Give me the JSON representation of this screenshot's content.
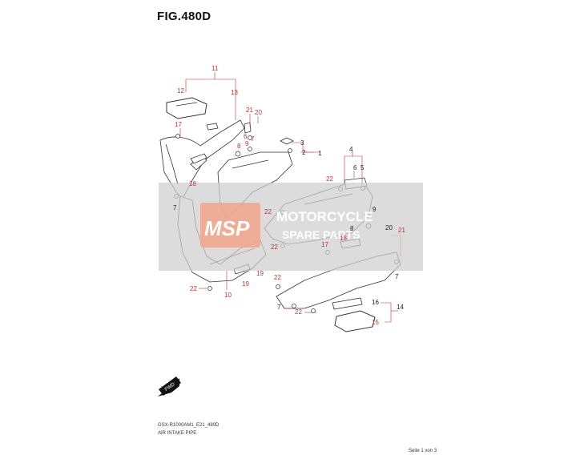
{
  "figure": {
    "title": "FIG.480D"
  },
  "footer": {
    "code": "GSX-R1000AM1_E21_480D",
    "name": "AIR INTAKE PIPE",
    "page": "Seite 1 von 3"
  },
  "watermark": {
    "logo": "MSP",
    "line1": "MOTORCYCLE",
    "line2": "SPARE PARTS",
    "colors": {
      "band": "#cfcfcf",
      "logo": "#f0a58a"
    }
  },
  "fwd_badge": "FWD",
  "callouts": {
    "c11": "11",
    "c12": "12",
    "c13": "13",
    "c17a": "17",
    "c21a": "21",
    "c20a": "20",
    "c7a": "7",
    "c6a": "6",
    "c9a": "9",
    "c8a": "8",
    "c3": "3",
    "c2": "2",
    "c1": "1",
    "c18a": "18",
    "c7b": "7",
    "c22a": "22",
    "c4": "4",
    "c6b": "6",
    "c5": "5",
    "c22b": "22",
    "c9b": "9",
    "c8b": "8",
    "c20b": "20",
    "c21b": "21",
    "c18b": "18",
    "c17b": "17",
    "c22c": "22",
    "c19a": "19",
    "c7c": "7",
    "c22d": "22",
    "c19b": "19",
    "c10": "10",
    "c22e": "22",
    "c7d": "7",
    "c22f": "22",
    "c16": "16",
    "c14": "14",
    "c15": "15"
  }
}
